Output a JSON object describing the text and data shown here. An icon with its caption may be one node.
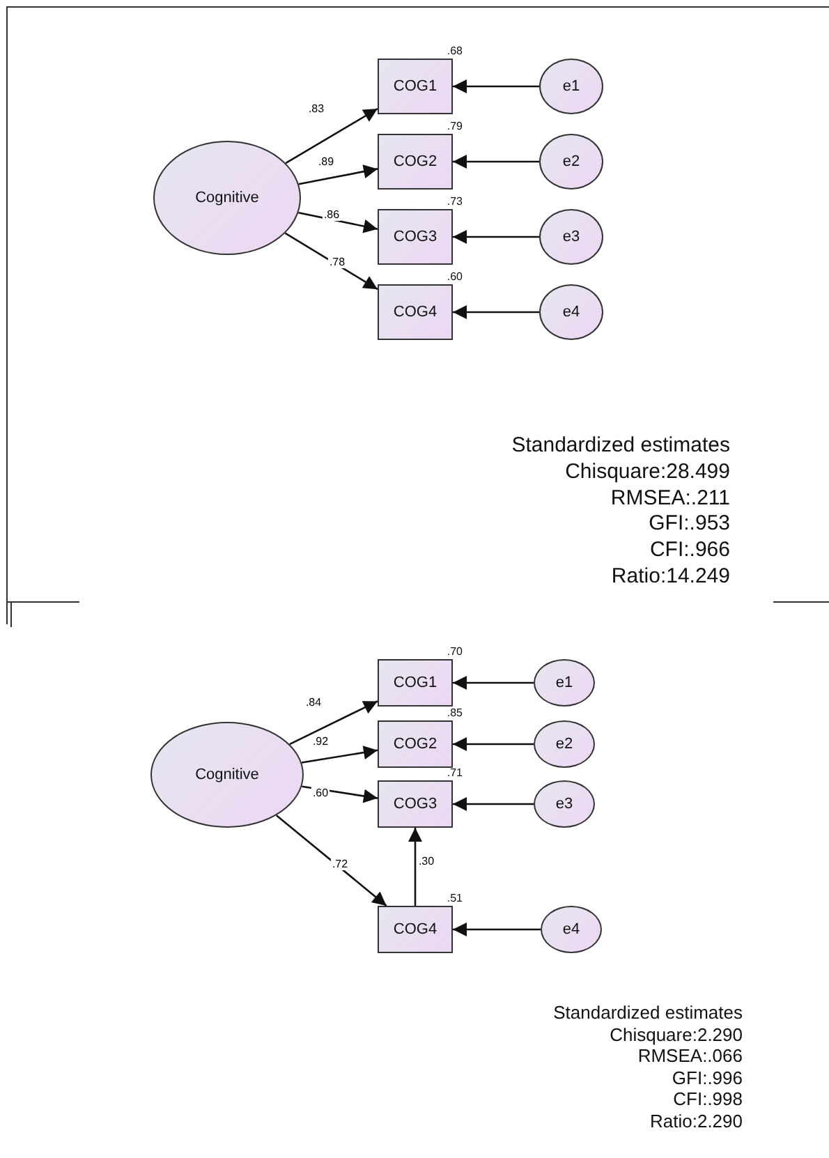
{
  "diagram": {
    "nodes": [
      {
        "text": [
          "Cognitive"
        ]
      },
      {
        "text": [
          "COG1"
        ],
        "beside": [
          ".68"
        ]
      },
      {
        "text": [
          "COG2"
        ],
        "beside": [
          ".79"
        ]
      },
      {
        "text": [
          "COG3"
        ],
        "beside": [
          ".73"
        ]
      },
      {
        "text": [
          "COG4"
        ],
        "beside": [
          ".60"
        ]
      },
      {
        "text": [
          "e1"
        ]
      },
      {
        "text": [
          "e2"
        ]
      },
      {
        "text": [
          "e3"
        ]
      },
      {
        "text": [
          "e4"
        ]
      },
      {
        "text": [
          "Cognitive"
        ]
      },
      {
        "text": [
          "COG1"
        ],
        "beside": [
          ".70"
        ]
      },
      {
        "text": [
          "COG2"
        ],
        "beside": [
          ".85"
        ]
      },
      {
        "text": [
          "COG3"
        ],
        "beside": [
          ".71"
        ]
      },
      {
        "text": [
          "COG4"
        ],
        "beside": [
          ".51"
        ]
      },
      {
        "text": [
          "e1"
        ]
      },
      {
        "text": [
          "e2"
        ]
      },
      {
        "text": [
          "e3"
        ]
      },
      {
        "text": [
          "e4"
        ]
      }
    ],
    "edges": [
      {
        "from": 0,
        "to": 1,
        "arrow": "to",
        "label": ".83"
      },
      {
        "from": 0,
        "to": 2,
        "arrow": "to",
        "label": ".89"
      },
      {
        "from": 0,
        "to": 3,
        "arrow": "to",
        "label": ".86"
      },
      {
        "from": 0,
        "to": 4,
        "arrow": "to",
        "label": ".78"
      },
      {
        "from": 5,
        "to": 1,
        "arrow": "to"
      },
      {
        "from": 6,
        "to": 2,
        "arrow": "to"
      },
      {
        "from": 7,
        "to": 3,
        "arrow": "to"
      },
      {
        "from": 8,
        "to": 4,
        "arrow": "to"
      },
      {
        "from": 9,
        "to": 10,
        "arrow": "to",
        "label": ".84"
      },
      {
        "from": 9,
        "to": 11,
        "arrow": "to",
        "label": ".92"
      },
      {
        "from": 9,
        "to": 12,
        "arrow": "to",
        "label": ".60"
      },
      {
        "from": 9,
        "to": 13,
        "arrow": "to",
        "label": ".72"
      },
      {
        "from": 13,
        "to": 12,
        "arrow": "to",
        "label": ".30"
      },
      {
        "from": 14,
        "to": 10,
        "arrow": "to"
      },
      {
        "from": 15,
        "to": 11,
        "arrow": "to"
      },
      {
        "from": 16,
        "to": 12,
        "arrow": "to"
      },
      {
        "from": 17,
        "to": 13,
        "arrow": "to"
      }
    ],
    "labels": [
      "Standardized estimates",
      "Chisquare:28.499",
      "RMSEA:.211",
      "GFI:.953",
      "CFI:.966",
      "Ratio:14.249",
      "Standardized estimates",
      "Chisquare:2.290",
      "RMSEA:.066",
      "GFI:.996",
      "CFI:.998",
      "Ratio:2.290"
    ]
  }
}
